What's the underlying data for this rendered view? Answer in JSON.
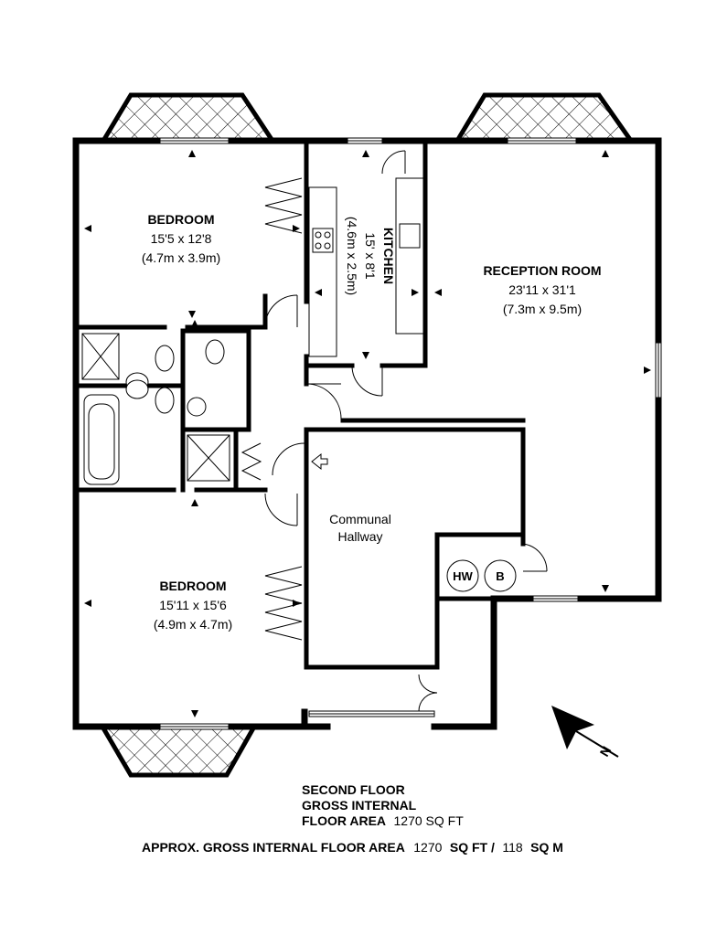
{
  "rooms": {
    "bedroom1": {
      "name": "BEDROOM",
      "imperial": "15'5 x 12'8",
      "metric": "(4.7m x 3.9m)"
    },
    "kitchen": {
      "name": "KITCHEN",
      "imperial": "15' x 8'1",
      "metric": "(4.6m x 2.5m)"
    },
    "reception": {
      "name": "RECEPTION ROOM",
      "imperial": "23'11 x 31'1",
      "metric": "(7.3m x 9.5m)"
    },
    "bedroom2": {
      "name": "BEDROOM",
      "imperial": "15'11 x 15'6",
      "metric": "(4.9m x 4.7m)"
    },
    "hallway": {
      "line1": "Communal",
      "line2": "Hallway"
    }
  },
  "fixtures": {
    "hot_water": "HW",
    "boiler": "B"
  },
  "compass": {
    "label": "N"
  },
  "floor_note": {
    "line1": "SECOND FLOOR",
    "line2": "GROSS INTERNAL",
    "line3_bold": "FLOOR AREA",
    "line3_value": "1270 SQ FT"
  },
  "approx": {
    "label": "APPROX. GROSS INTERNAL FLOOR AREA",
    "sqft_value": "1270",
    "sqft_unit": "SQ FT /",
    "sqm_value": "118",
    "sqm_unit": "SQ M"
  },
  "colors": {
    "wall": "#000000",
    "background": "#ffffff"
  }
}
